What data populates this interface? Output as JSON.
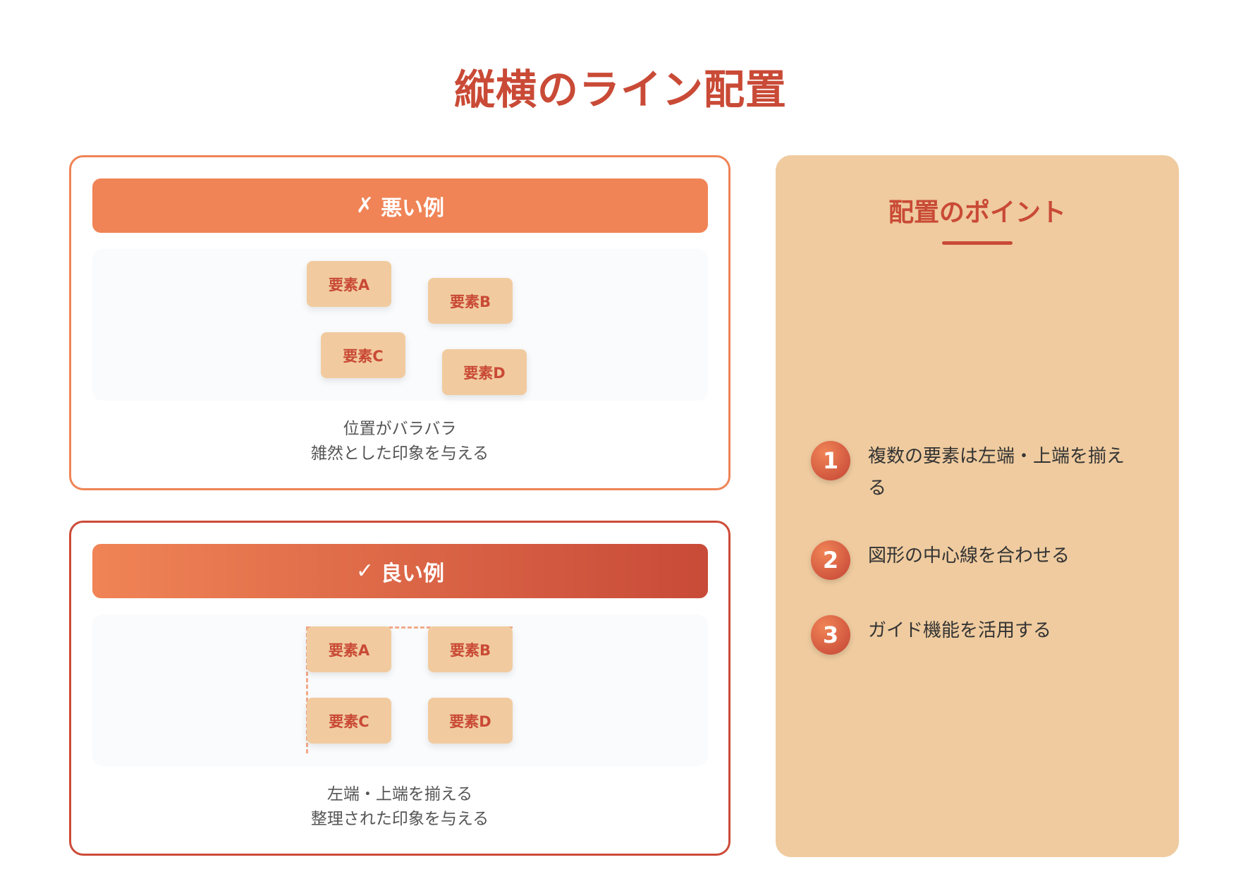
{
  "title": "縦横のライン配置",
  "bad": {
    "mark": "✗",
    "label": "悪い例",
    "elements": [
      "要素A",
      "要素B",
      "要素C",
      "要素D"
    ],
    "caption_line1": "位置がバラバラ",
    "caption_line2": "雑然とした印象を与える"
  },
  "good": {
    "mark": "✓",
    "label": "良い例",
    "elements": [
      "要素A",
      "要素B",
      "要素C",
      "要素D"
    ],
    "caption_line1": "左端・上端を揃える",
    "caption_line2": "整理された印象を与える"
  },
  "side": {
    "title": "配置のポイント",
    "points": [
      {
        "num": "1",
        "text": "複数の要素は左端・上端を揃える"
      },
      {
        "num": "2",
        "text": "図形の中心線を合わせる"
      },
      {
        "num": "3",
        "text": "ガイド機能を活用する"
      }
    ]
  },
  "colors": {
    "accent": "#c94a36",
    "orange": "#f08456",
    "element_bg": "#f1cb9f",
    "side_bg": "#efcb9f"
  }
}
